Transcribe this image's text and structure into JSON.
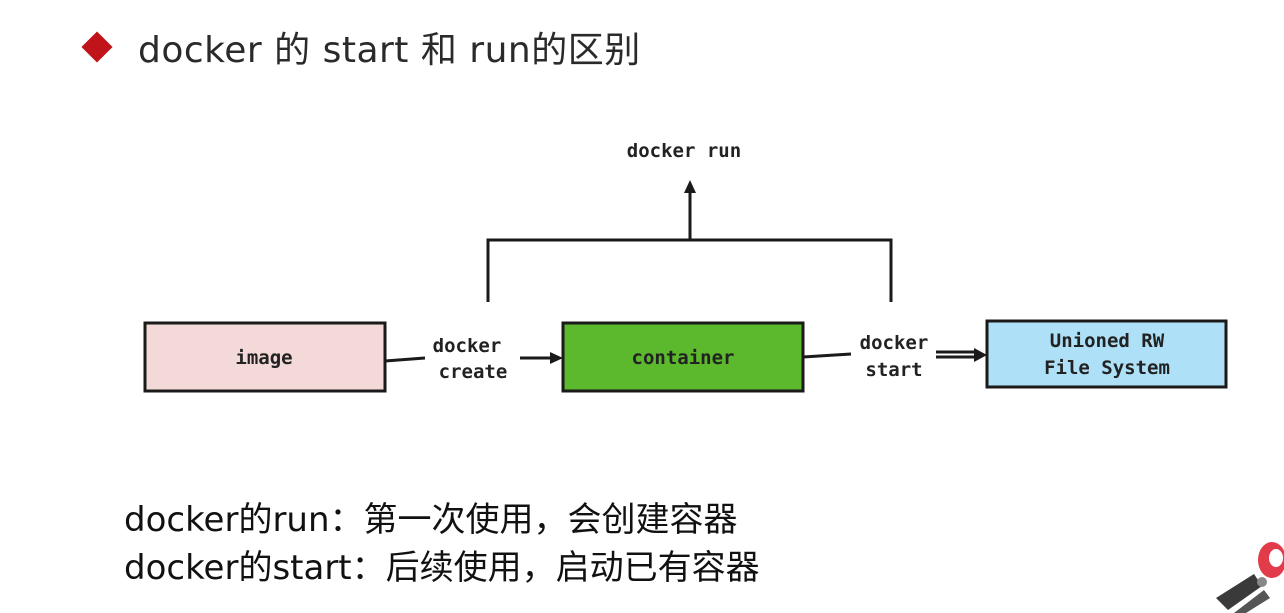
{
  "title": {
    "text": "docker 的 start 和 run的区别"
  },
  "colors": {
    "bullet": "#c0141a",
    "image_fill": "#f3d9d8",
    "container_fill": "#5cb82c",
    "fs_fill": "#aee0f7",
    "stroke": "#1a1a1a"
  },
  "diagram": {
    "run_label": "docker run",
    "image_label": "image",
    "create_label_line1": "docker",
    "create_label_line2": "create",
    "container_label": "container",
    "start_label_line1": "docker",
    "start_label_line2": "start",
    "fs_label_line1": "Unioned RW",
    "fs_label_line2": "File System"
  },
  "notes": [
    "docker的run：第一次使用，会创建容器",
    "docker的start：后续使用，启动已有容器"
  ],
  "icons": {
    "bullet": "diamond-bullet-icon",
    "corner": "mascot-decoration-icon"
  }
}
